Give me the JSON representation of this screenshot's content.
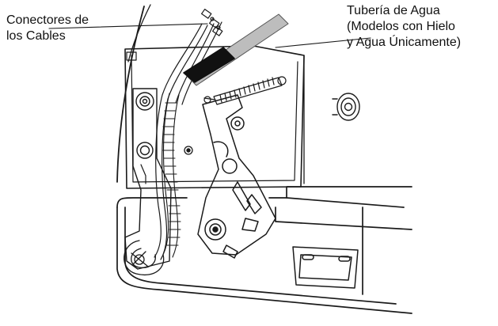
{
  "labels": {
    "wire_connectors": [
      "Conectores de",
      "los Cables"
    ],
    "water_tube": [
      "Tubería de Agua",
      "(Modelos con Hielo",
      "y Agua Únicamente)"
    ]
  },
  "colors": {
    "line": "#1a1a1a",
    "background": "#ffffff",
    "tube_fill": "#bdbdbd",
    "dark_sleeve": "#111111"
  }
}
